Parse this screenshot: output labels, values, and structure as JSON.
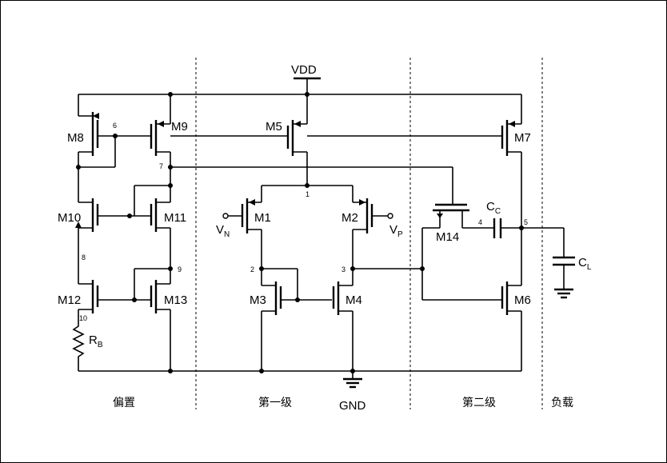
{
  "supply": {
    "vdd": "VDD",
    "gnd": "GND"
  },
  "transistors": {
    "m1": "M1",
    "m2": "M2",
    "m3": "M3",
    "m4": "M4",
    "m5": "M5",
    "m6": "M6",
    "m7": "M7",
    "m8": "M8",
    "m9": "M9",
    "m10": "M10",
    "m11": "M11",
    "m12": "M12",
    "m13": "M13",
    "m14": "M14"
  },
  "inputs": {
    "vn": {
      "main": "V",
      "sub": "N"
    },
    "vp": {
      "main": "V",
      "sub": "P"
    }
  },
  "passives": {
    "rb": {
      "main": "R",
      "sub": "B"
    },
    "cc": {
      "main": "C",
      "sub": "C"
    },
    "cl": {
      "main": "C",
      "sub": "L"
    }
  },
  "nodes": {
    "n1": "1",
    "n2": "2",
    "n3": "3",
    "n4": "4",
    "n5": "5",
    "n6": "6",
    "n7": "7",
    "n8": "8",
    "n9": "9",
    "n10": "10"
  },
  "sections": {
    "bias": "偏置",
    "stage1": "第一级",
    "stage2": "第二级",
    "load": "负载"
  }
}
